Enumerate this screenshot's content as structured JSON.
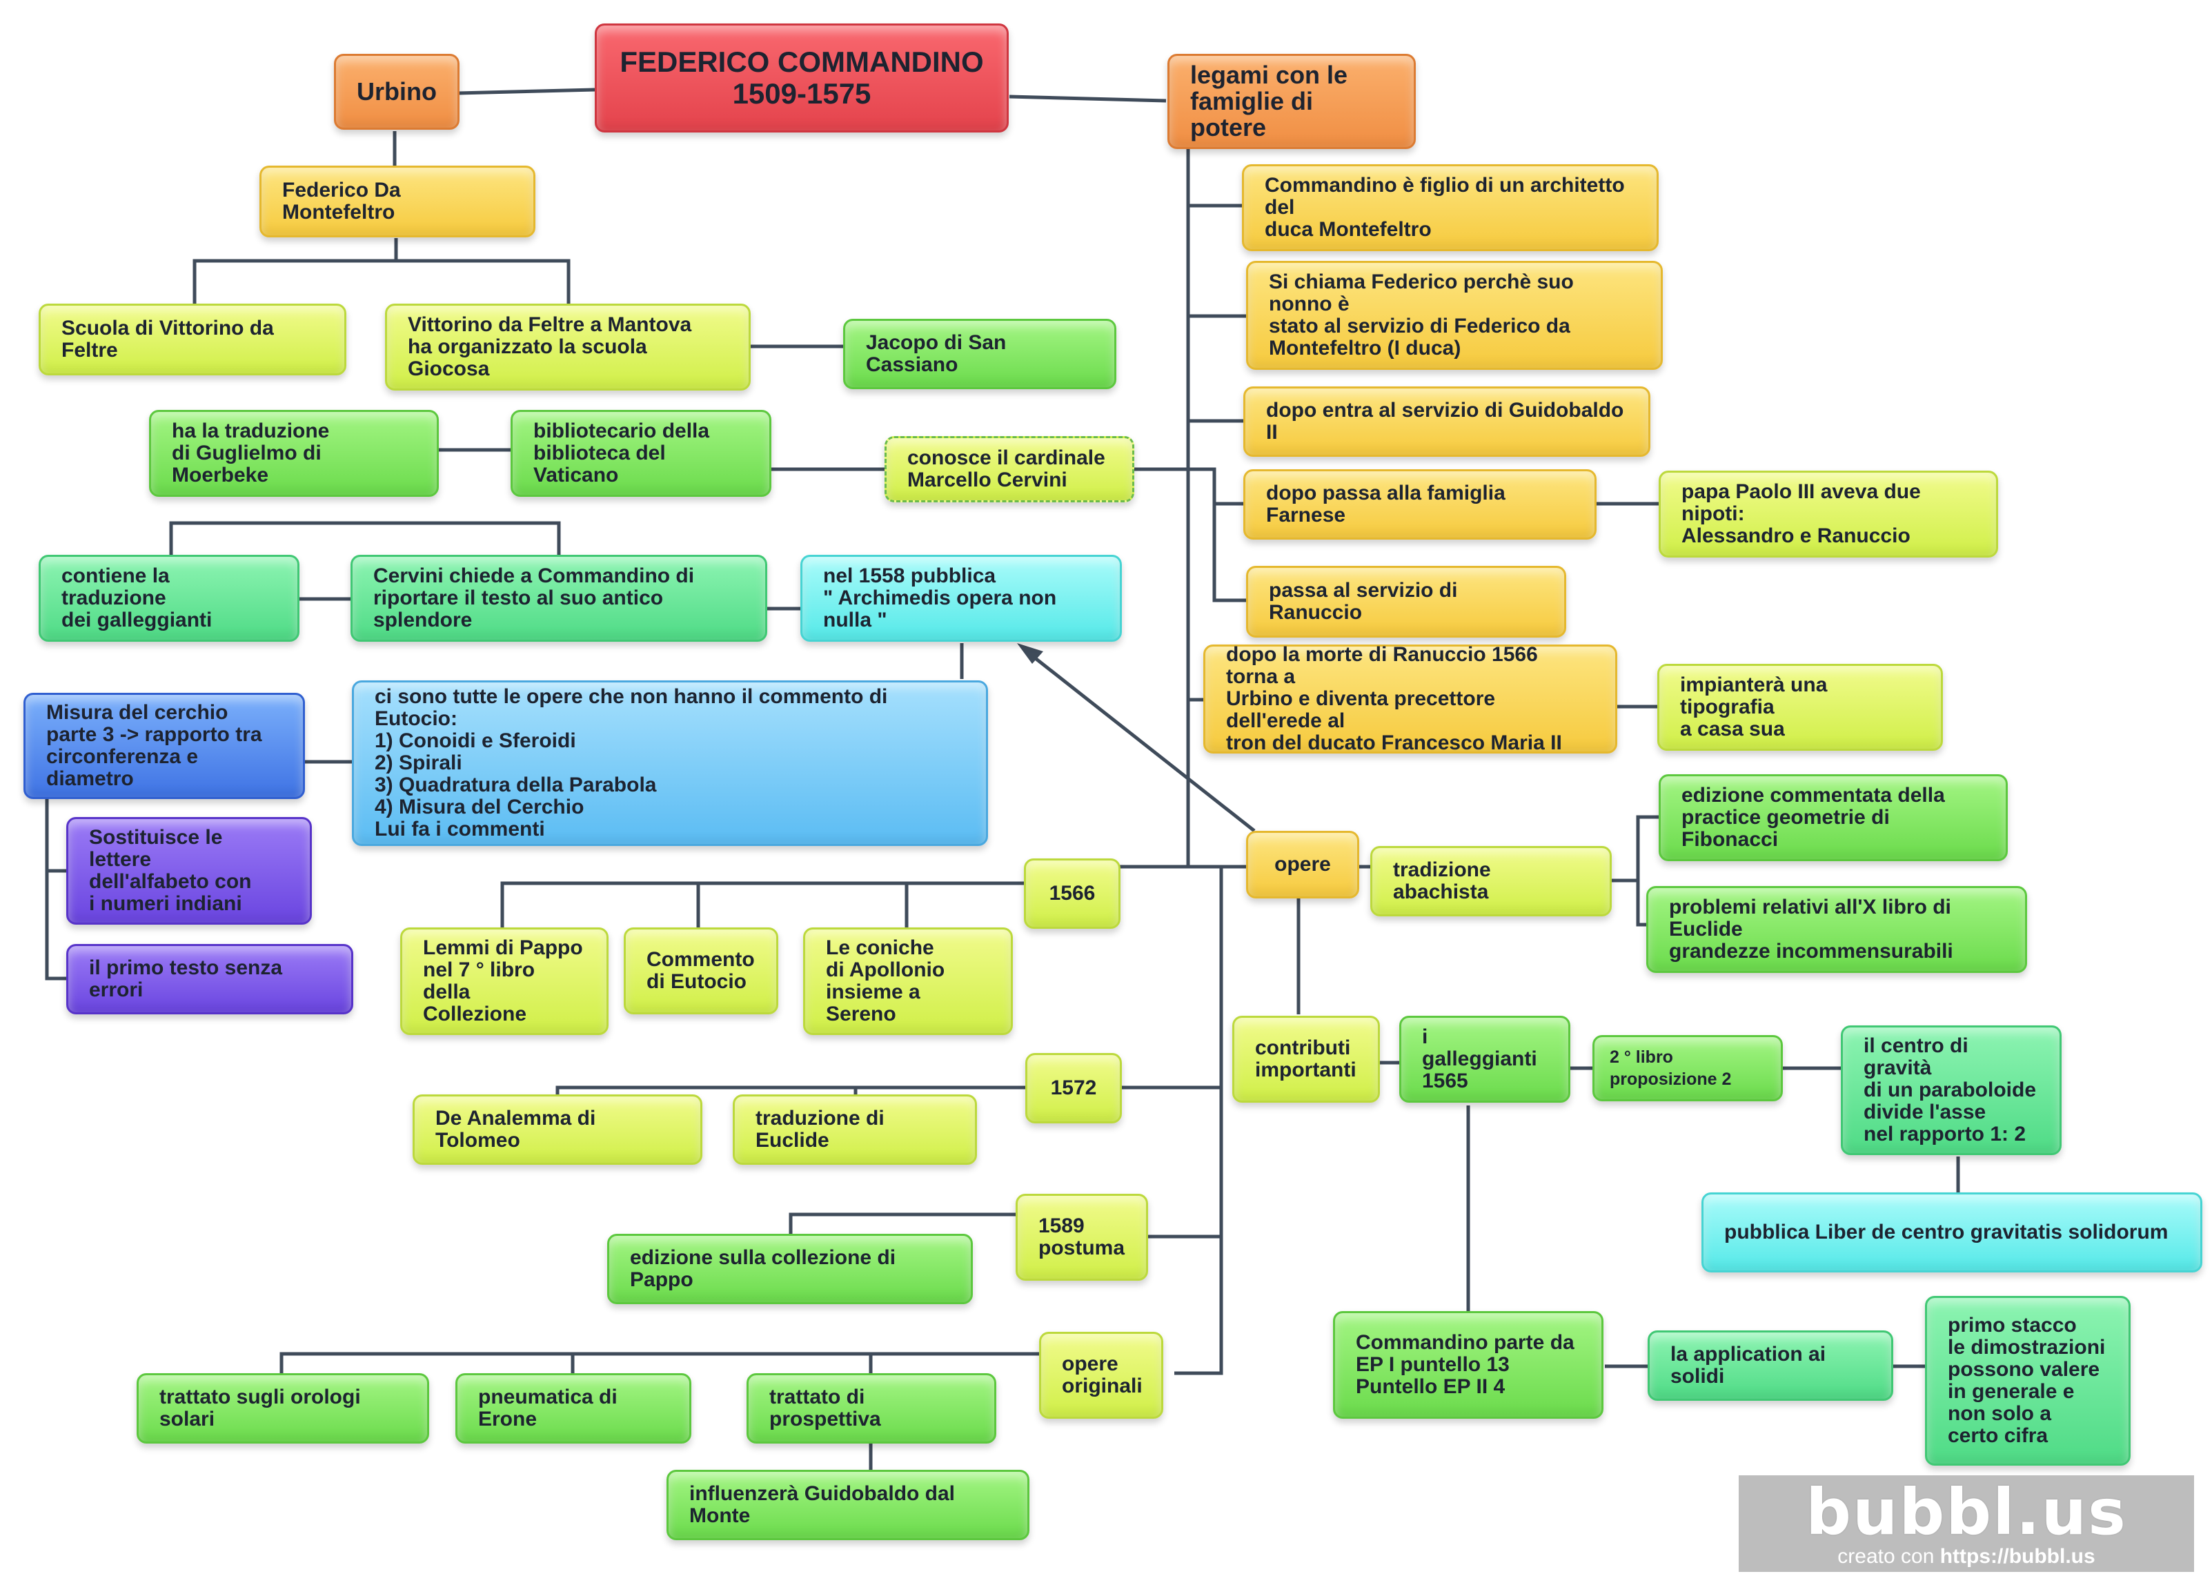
{
  "title": "FEDERICO COMMANDINO\n1509-1575",
  "nodes": {
    "urbino": "Urbino",
    "legami": "legami con le\nfamiglie di potere",
    "montefeltro": "Federico Da Montefeltro",
    "scuola_vittorino": "Scuola di Vittorino da Feltre",
    "vittorino_mantova": "Vittorino da Feltre  a Mantova\n ha organizzato   la scuola Giocosa",
    "jacopo": "Jacopo di San Cassiano",
    "moerbeke": "ha la traduzione\ndi Guglielmo di Moerbeke",
    "bibliotecario": "bibliotecario della\nbiblioteca del Vaticano",
    "cervini": "conosce il cardinale\n Marcello Cervini",
    "galleggianti_trad": "contiene la traduzione\ndei galleggianti",
    "cervini_chiede": "Cervini chiede a Commandino di\nriportare il testo al suo antico splendore",
    "pubblica_1558": "nel 1558 pubblica\n\" Archimedis opera non nulla \"",
    "opere_elenco": "ci sono tutte le opere che   non hanno il commento di Eutocio:\n1) Conoidi e Sferoidi\n2) Spirali\n3) Quadratura della Parabola\n4) Misura del Cerchio\nLui fa i commenti",
    "misura_cerchio": "Misura del cerchio\nparte 3 -> rapporto tra\ncirconferenza e diametro",
    "sostituisce": "Sostituisce le lettere\ndell'alfabeto con\n i numeri indiani",
    "primo_testo": "il primo testo senza errori",
    "architetto": "Commandino è figlio di un architetto del\nduca Montefeltro",
    "si_chiama": "Si chiama Federico perchè suo nonno è\nstato al servizio di Federico da\nMontefeltro (I duca)",
    "guidobaldo": "dopo entra al servizio di Guidobaldo II",
    "farnese": "dopo passa alla famiglia Farnese",
    "paolo_iii": "papa Paolo III aveva due nipoti:\nAlessandro e Ranuccio",
    "ranuccio": "passa al servizio di Ranuccio",
    "morte_ranuccio": "dopo la morte di Ranuccio 1566 torna a\nUrbino e diventa precettore dell'erede al\ntron del ducato Francesco Maria II",
    "tipografia": "impianterà una tipografia\n a casa sua",
    "opere": "opere",
    "abachista": "tradizione abachista",
    "fibonacci": "edizione commentata della\n practice geometrie di Fibonacci",
    "euclide_x": "problemi relativi all'X libro di Euclide\ngrandezze incommensurabili",
    "y1566": "1566",
    "pappo_lemmi": "Lemmi di Pappo\nnel  7 ° libro della\nCollezione",
    "eutocio": "Commento\ndi Eutocio",
    "coniche": "Le coniche\ndi Apollonio\ninsieme a Sereno",
    "y1572": "1572",
    "analemma": "De Analemma di Tolomeo",
    "trad_euclide": "traduzione di Euclide",
    "y1589": "1589\npostuma",
    "pappo_ed": "edizione sulla collezione di Pappo",
    "originali": "opere\noriginali",
    "orologi": "trattato sugli orologi solari",
    "erone": "pneumatica di Erone",
    "prospettiva": "trattato di prospettiva",
    "guidobaldo_monte": "influenzerà Guidobaldo dal Monte",
    "contributi": "contributi\n importanti",
    "galleggianti_1565": "i galleggianti\n1565",
    "libro2": "2 ° libro proposizione 2",
    "centro_gravita": "il centro di gravità\ndi un paraboloide\ndivide l'asse\nnel rapporto 1: 2",
    "liber": "pubblica Liber de centro gravitatis solidorum",
    "ep": "Commandino parte da\nEP I puntello 13\nPuntello EP II 4",
    "application": "la application ai solidi",
    "primo_stacco": "primo stacco\nle dimostrazioni\npossono valere\n in generale e\n non solo a\ncerto cifra"
  },
  "watermark": {
    "logo": "bubbl.us",
    "credit_prefix": "creato con ",
    "credit_link": "https://bubbl.us"
  },
  "colors": {
    "red": "#e4434c",
    "orange": "#f08e43",
    "yellow": "#f6ca3e",
    "lime": "#d0ef48",
    "green": "#6bdb4c",
    "mint": "#4fdb86",
    "aqua": "#55e9e8",
    "sky": "#5bbcf3",
    "blue": "#3f73e4",
    "purple": "#6a45e0",
    "connector": "#3f4b5a"
  }
}
